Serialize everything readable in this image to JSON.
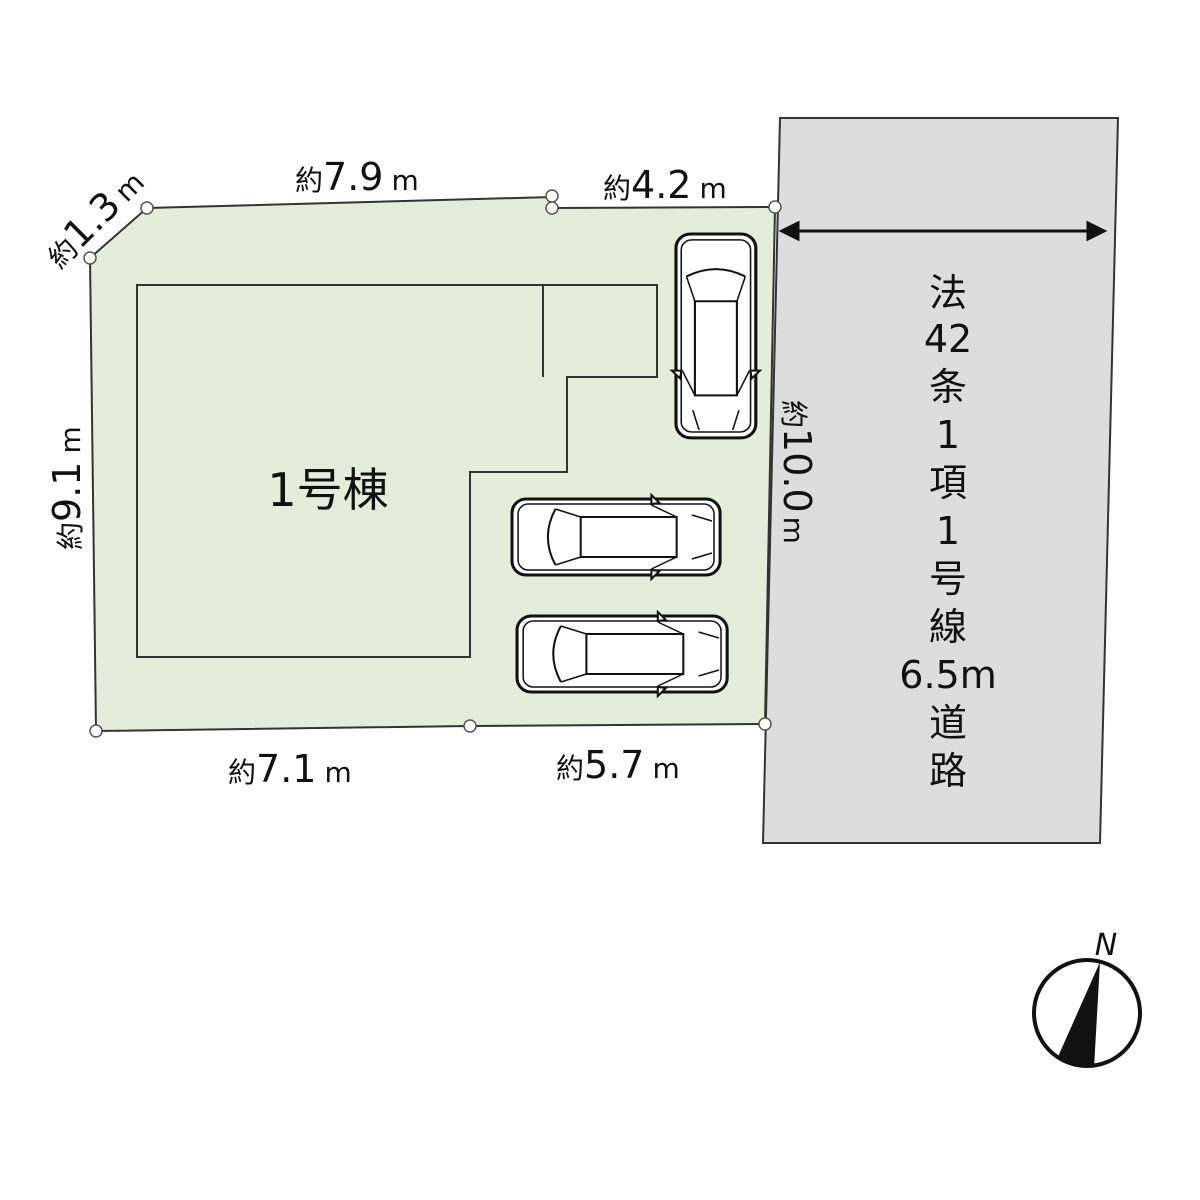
{
  "building": {
    "label": "1号棟"
  },
  "dimensions": {
    "prefix": "約",
    "unit": "m",
    "top_left_corner": "1.3",
    "top_left": "7.9",
    "top_right": "4.2",
    "left": "9.1",
    "right": "10.0",
    "bottom_left": "7.1",
    "bottom_right": "5.7"
  },
  "road": {
    "lines": [
      "法",
      "42",
      "条",
      "1",
      "項",
      "1",
      "号",
      "線",
      "6.5m",
      "道",
      "路"
    ]
  },
  "compass": {
    "north_label": "N"
  },
  "colors": {
    "lot": "#e3edda",
    "road": "#dddddd",
    "line": "#333333"
  }
}
